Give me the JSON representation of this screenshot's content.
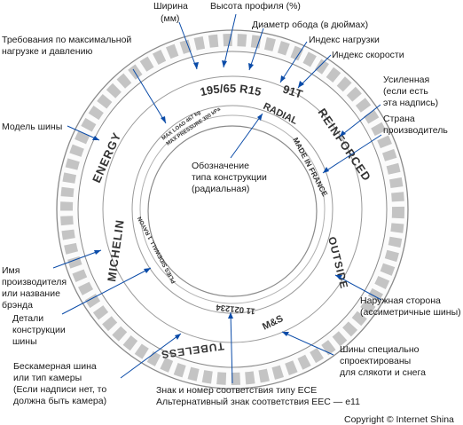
{
  "tyre": {
    "size": "195/65 R15",
    "service": "91T",
    "radial": "RADIAL",
    "reinforced": "REINFORCED",
    "made_in": "MADE IN FRANCE",
    "outside": "OUTSIDE",
    "ms": "M&S",
    "ece_number": "11 021234",
    "tubeless": "TUBELESS",
    "plies": "PLIES SIDEWALL 1 RAYON",
    "brand": "MICHELIN",
    "model": "ENERGY",
    "max_load": "MAX LOAD 467 kg",
    "max_pressure": "MAX PRESSURE 300 kPa"
  },
  "labels": {
    "width_line1": "Ширина",
    "width_line2": "(мм)",
    "profile": "Высота профиля (%)",
    "rim": "Диаметр обода (в дюймах)",
    "load_index": "Индекс нагрузки",
    "speed_index": "Индекс скорости",
    "max_req_line1": "Требования по максимальной",
    "max_req_line2": "нагрузке и давлению",
    "reinforced_line1": "Усиленная",
    "reinforced_line2": "(если есть",
    "reinforced_line3": "эта  надпись)",
    "country_line1": "Страна",
    "country_line2": "производитель",
    "model": "Модель шины",
    "construction_line1": "Обозначение",
    "construction_line2": "типа конструкции",
    "construction_line3": "(радиальная)",
    "brand_line1": "Имя",
    "brand_line2": "производителя",
    "brand_line3": "или название",
    "brand_line4": "брэнда",
    "outside_line1": "Наружная сторона",
    "outside_line2": "(ассиметричные шины)",
    "details_line1": "Детали",
    "details_line2": "конструкции",
    "details_line3": "шины",
    "snow_line1": "Шины специально",
    "snow_line2": "спроектированы",
    "snow_line3": "для  слякоти и снега",
    "tubeless_line1": "Бескамерная шина",
    "tubeless_line2": "или тип камеры",
    "tubeless_line3": "(Если надписи нет, то",
    "tubeless_line4": " должна быть камера)",
    "ece_line1": "Знак и номер соответствия типу ECE",
    "ece_line2": "Альтернативный знак соответствия EEC — e11",
    "copyright": "Copyright © Internet Shina"
  },
  "colors": {
    "leader": "#0a4ba8",
    "tyre_outline": "#8a8a8a",
    "tread": "#b8b8b8",
    "text": "#1a1a1a"
  }
}
